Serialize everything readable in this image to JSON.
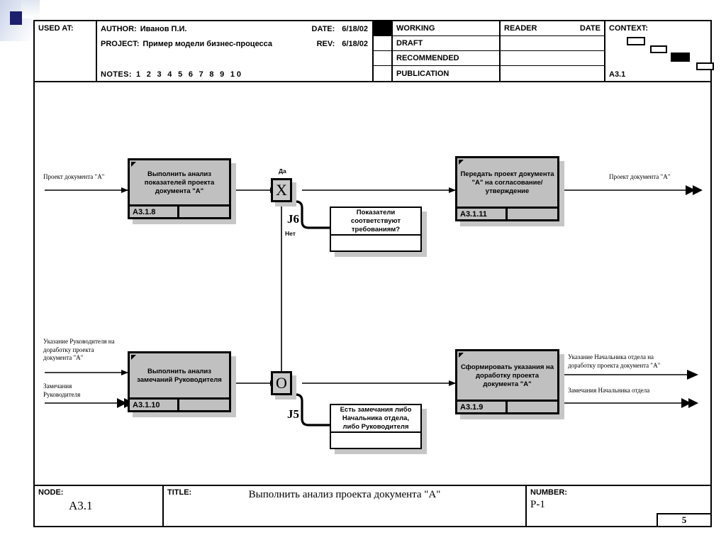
{
  "header": {
    "used_at_label": "USED AT:",
    "author_label": "AUTHOR:",
    "author_value": "Иванов П.И.",
    "date_label": "DATE:",
    "date_value": "6/18/02",
    "project_label": "PROJECT:",
    "project_value": "Пример модели бизнес-процесса",
    "rev_label": "REV:",
    "rev_value": "6/18/02",
    "notes_label": "NOTES:",
    "notes_numbers": "1 2 3 4 5 6 7 8 9 10",
    "status_items": [
      "WORKING",
      "DRAFT",
      "RECOMMENDED",
      "PUBLICATION"
    ],
    "status_checked_index": 0,
    "reader_label": "READER",
    "reader_date_label": "DATE",
    "reader_values": [
      "",
      "",
      "",
      ""
    ],
    "context_label": "CONTEXT:",
    "context_node": "A3.1"
  },
  "diagram": {
    "activities": [
      {
        "id": "a1",
        "title": "Выполнить анализ\nпоказателей  проекта\nдокумента \"А\"",
        "code": "A3.1.8"
      },
      {
        "id": "a2",
        "title": "Передать проект\nдокумента \"А\"\nна согласование/\nутверждение",
        "code": "A3.1.11"
      },
      {
        "id": "a3",
        "title": "Выполнить анализ\nзамечаний\nРуководителя",
        "code": "A3.1.10"
      },
      {
        "id": "a4",
        "title": "Сформировать\nуказания на\nдоработку проекта\nдокумента \"А\"",
        "code": "A3.1.9"
      }
    ],
    "junctions": [
      {
        "id": "j6",
        "glyph": "X",
        "label": "J6"
      },
      {
        "id": "j5",
        "glyph": "O",
        "label": "J5"
      }
    ],
    "notes": [
      {
        "id": "n6",
        "text": "Показатели\nсоответствуют\nтребованиям?"
      },
      {
        "id": "n5",
        "text": "Есть замечания либо\nНачальника отдела,\nлибо Руководителя"
      }
    ],
    "branch_labels": {
      "yes": "Да",
      "no": "Нет"
    },
    "arrow_labels": {
      "in_top": "Проект документа \"А\"",
      "out_top": "Проект документа \"А\"",
      "in_bottom_1": "Указание Руководителя на\nдоработку проекта\nдокумента \"А\"",
      "in_bottom_2": "Замечания\nРуководителя",
      "out_bottom_1": "Указание Начальника отдела на\nдоработку проекта документа \"А\"",
      "out_bottom_2": "Замечания Начальника отдела"
    }
  },
  "footer": {
    "node_label": "NODE:",
    "node_value": "A3.1",
    "title_label": "TITLE:",
    "title_value": "Выполнить анализ проекта документа \"А\"",
    "number_label": "NUMBER:",
    "number_value": "P-1",
    "page_value": "5"
  }
}
